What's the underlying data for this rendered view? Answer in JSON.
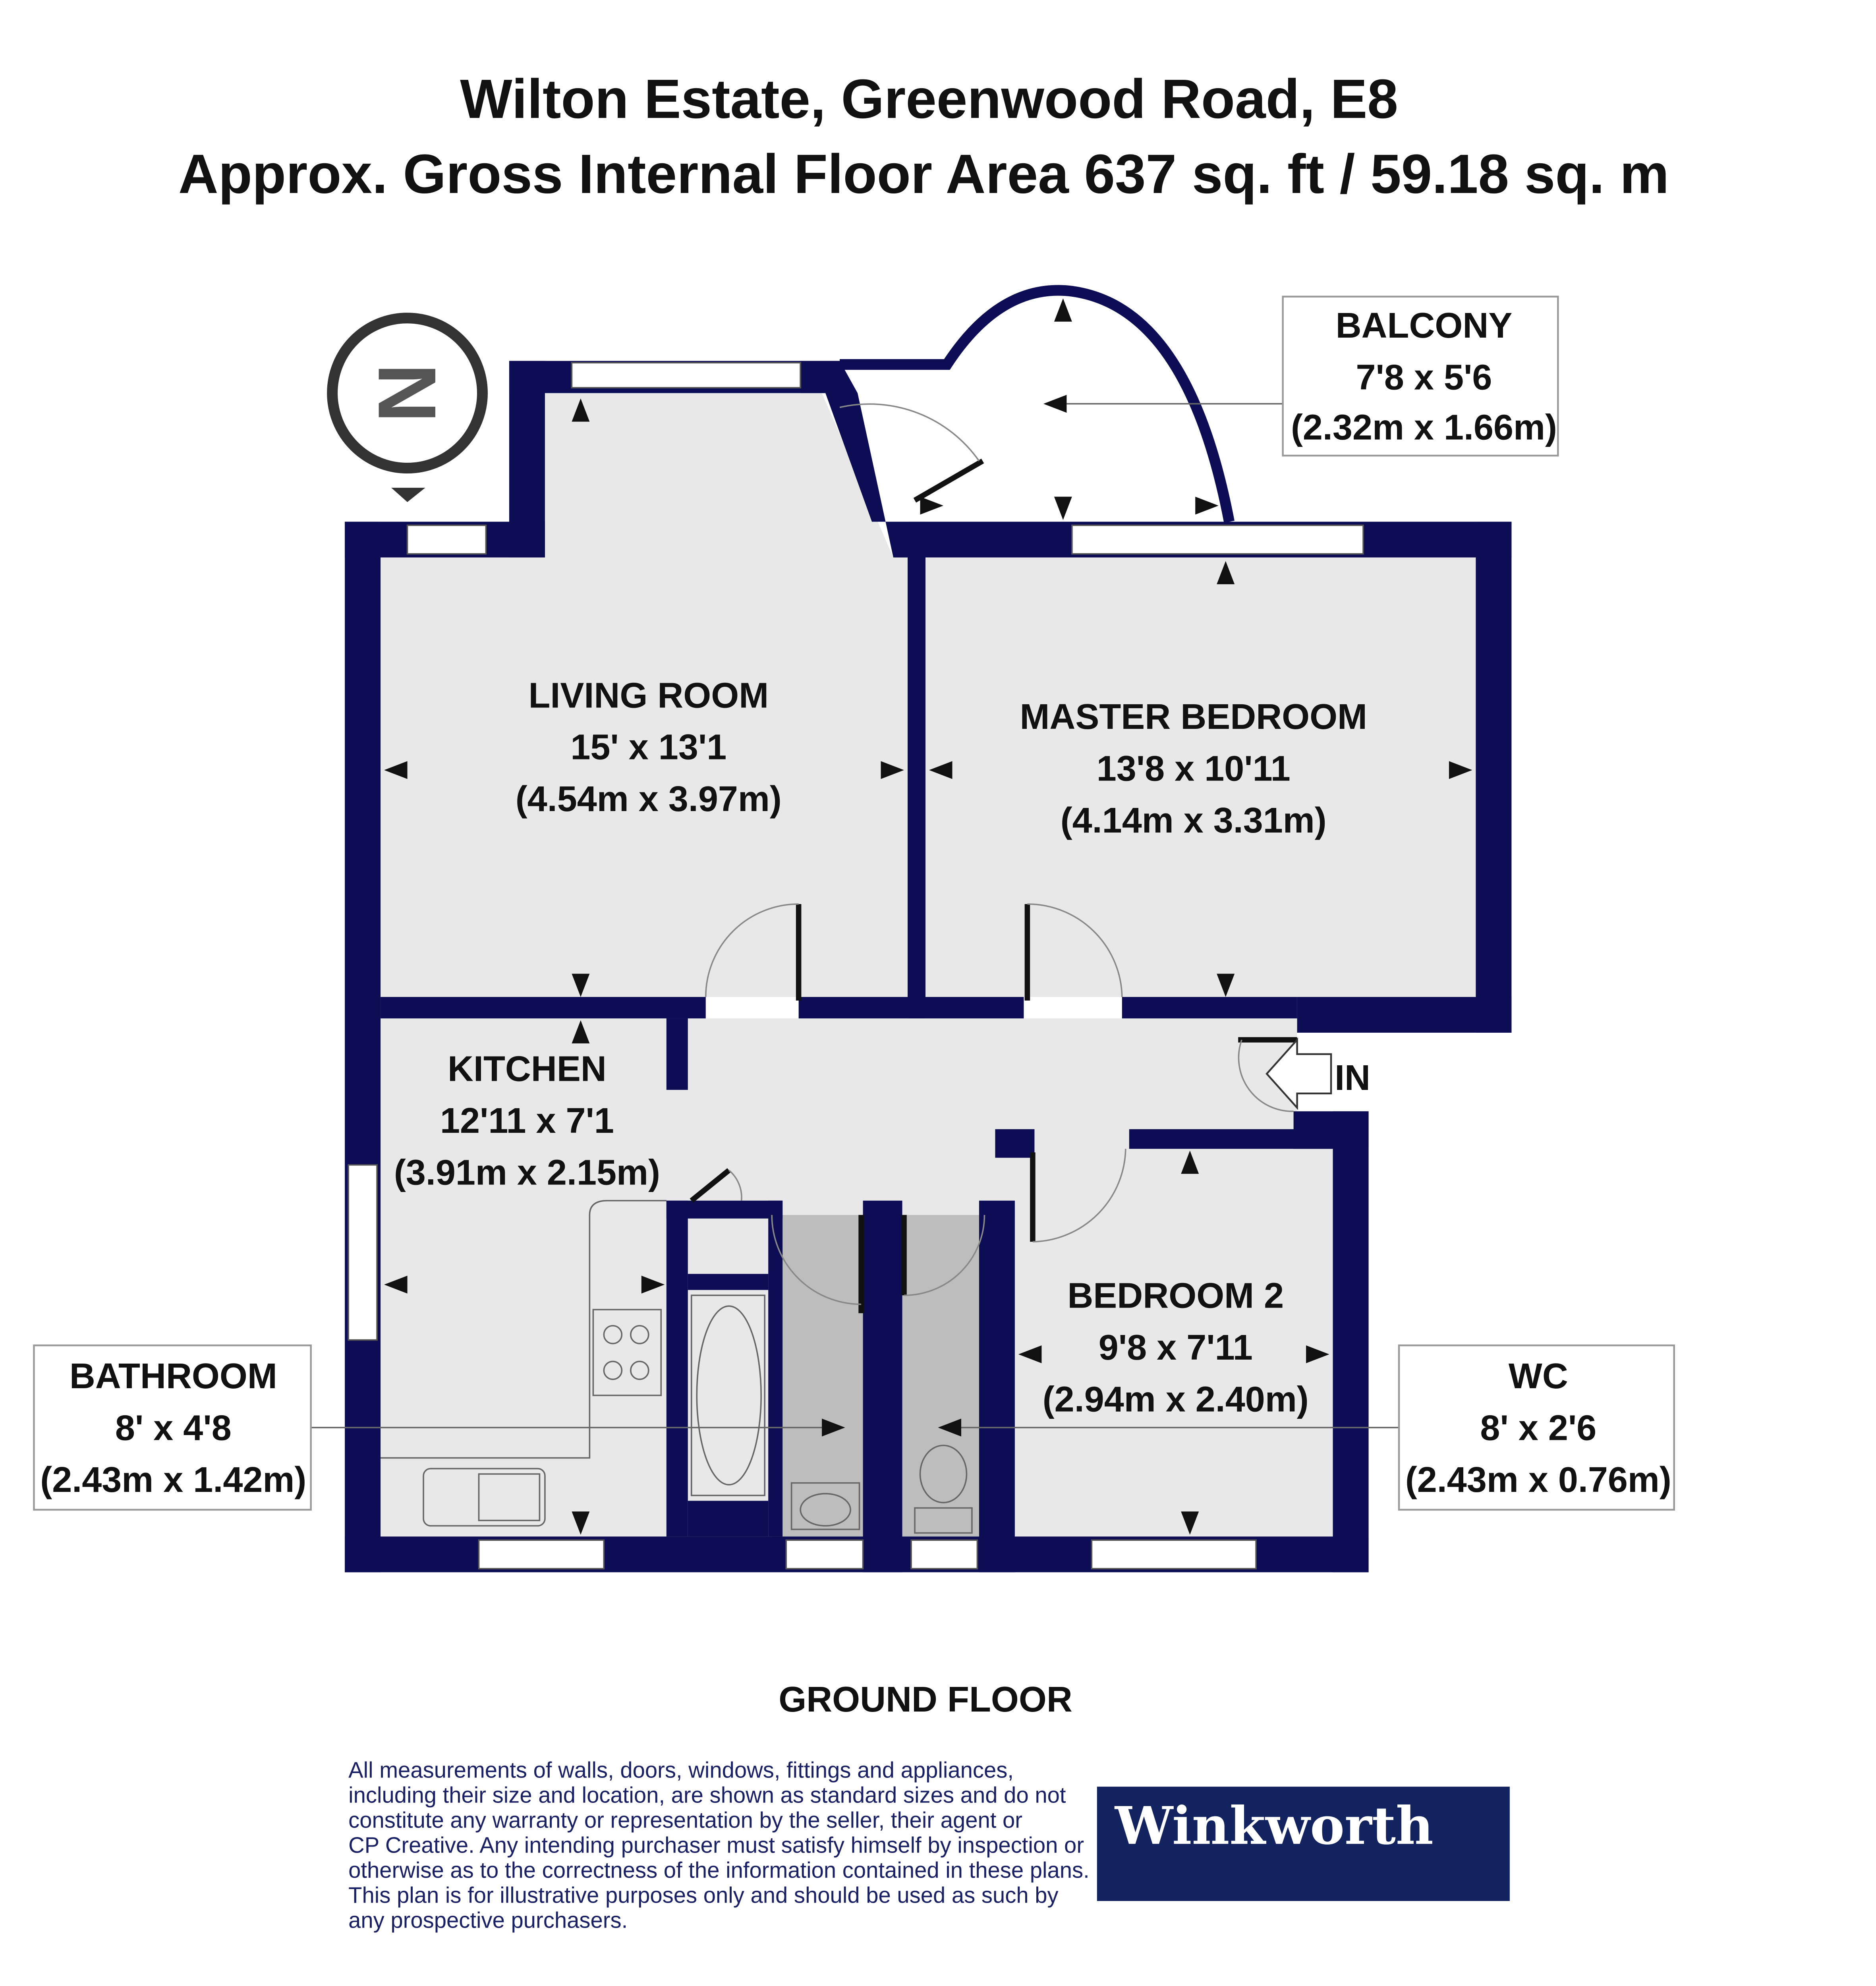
{
  "header": {
    "title": "Wilton Estate, Greenwood Road, E8",
    "subtitle": "Approx. Gross Internal Floor Area 637 sq. ft / 59.18 sq. m"
  },
  "compass": {
    "label": "N",
    "icon": "north-arrow-icon"
  },
  "rooms": {
    "living": {
      "name": "LIVING ROOM",
      "imperial": "15' x 13'1",
      "metric": "(4.54m x 3.97m)"
    },
    "master": {
      "name": "MASTER BEDROOM",
      "imperial": "13'8 x 10'11",
      "metric": "(4.14m x 3.31m)"
    },
    "kitchen": {
      "name": "KITCHEN",
      "imperial": "12'11 x 7'1",
      "metric": "(3.91m x 2.15m)"
    },
    "bedroom2": {
      "name": "BEDROOM 2",
      "imperial": "9'8 x 7'11",
      "metric": "(2.94m x 2.40m)"
    },
    "balcony": {
      "name": "BALCONY",
      "imperial": "7'8 x 5'6",
      "metric": "(2.32m x 1.66m)"
    },
    "bathroom": {
      "name": "BATHROOM",
      "imperial": "8' x 4'8",
      "metric": "(2.43m x 1.42m)"
    },
    "wc": {
      "name": "WC",
      "imperial": "8' x 2'6",
      "metric": "(2.43m x 0.76m)"
    }
  },
  "entrance_label": "IN",
  "floor_label": "GROUND FLOOR",
  "colors": {
    "walls": "#0d0d55",
    "floor": "#e8e8e8",
    "wet_rooms": "#bdbdbd",
    "brand": "#13235f"
  },
  "footer": {
    "disclaimer_lines": [
      "All measurements of walls, doors, windows, fittings and appliances,",
      "including their size and location, are shown as standard sizes and do not",
      "constitute any warranty or representation by the seller, their agent or",
      "CP Creative. Any intending purchaser must satisfy himself by inspection or",
      "otherwise as to the correctness of the information contained in these plans.",
      "This plan is for illustrative purposes only and should be used as such by",
      "any prospective purchasers."
    ],
    "logo": "Winkworth"
  }
}
